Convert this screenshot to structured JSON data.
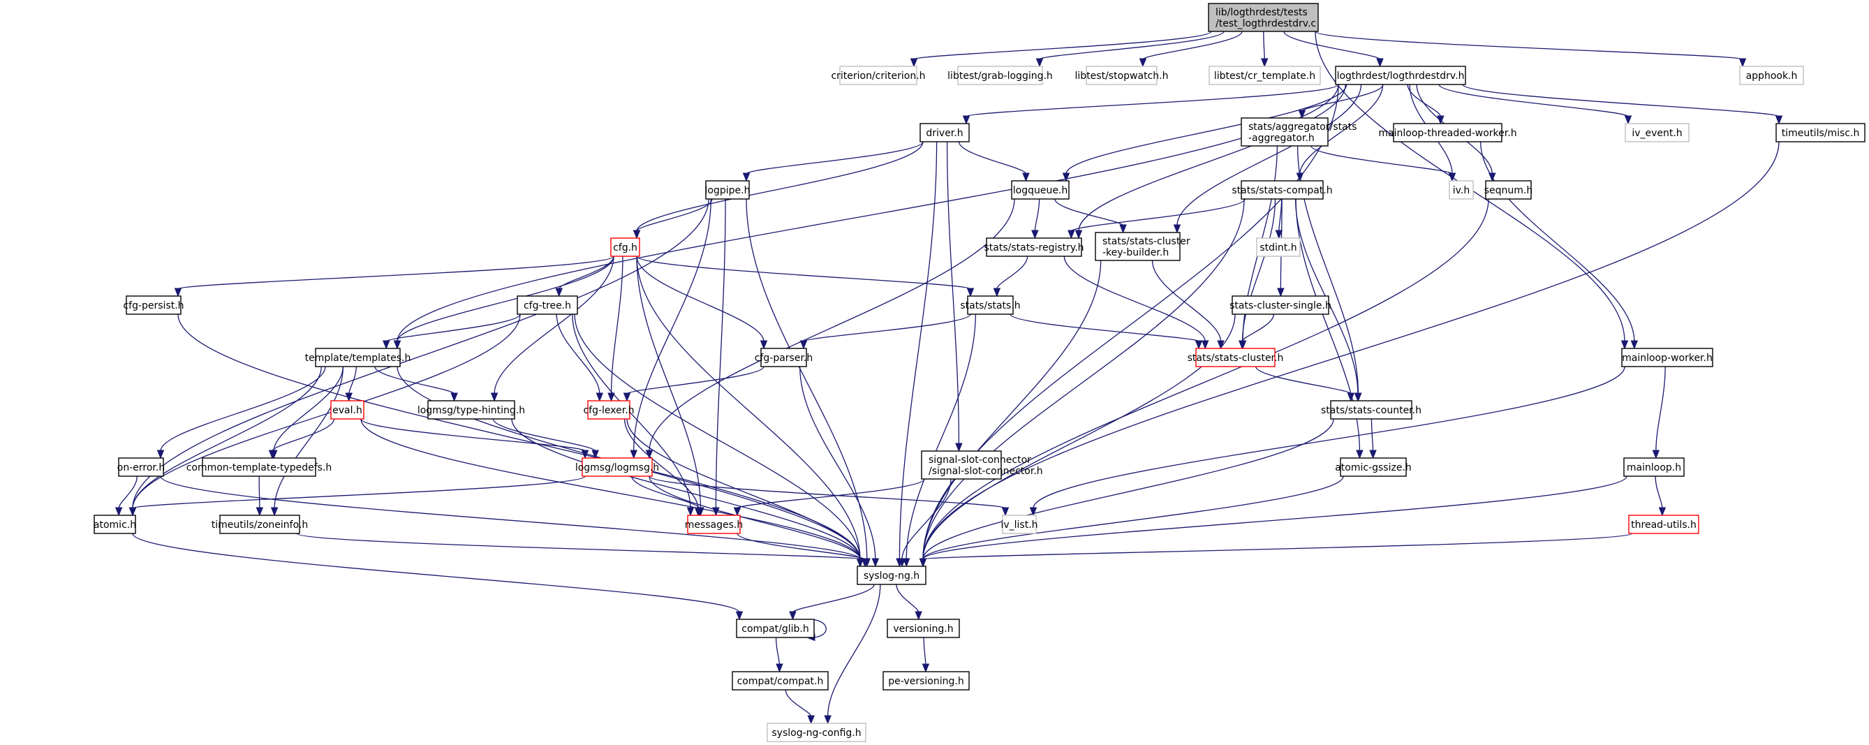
{
  "title": "lib/logthrdest/tests/test_logthrdestdrv.c include dependency graph",
  "colors": {
    "edge": "#191970",
    "root_fill": "#bfbfbf",
    "documented_border": "#000000",
    "external_border": "#bfbfbf",
    "truncated_border": "#ff0000"
  },
  "nodes": [
    {
      "id": "root",
      "lines": [
        "lib/logthrdest/tests",
        "/test_logthrdestdrv.c"
      ],
      "kind": "root"
    },
    {
      "id": "criterion",
      "lines": [
        "criterion/criterion.h"
      ],
      "kind": "external"
    },
    {
      "id": "grablog",
      "lines": [
        "libtest/grab-logging.h"
      ],
      "kind": "external"
    },
    {
      "id": "stopwatch",
      "lines": [
        "libtest/stopwatch.h"
      ],
      "kind": "external"
    },
    {
      "id": "crtemplate",
      "lines": [
        "libtest/cr_template.h"
      ],
      "kind": "external"
    },
    {
      "id": "logthrdestdrv",
      "lines": [
        "logthrdest/logthrdestdrv.h"
      ],
      "kind": "documented"
    },
    {
      "id": "apphook",
      "lines": [
        "apphook.h"
      ],
      "kind": "external"
    },
    {
      "id": "driver",
      "lines": [
        "driver.h"
      ],
      "kind": "documented"
    },
    {
      "id": "aggregator",
      "lines": [
        "stats/aggregator/stats",
        "-aggregator.h"
      ],
      "kind": "documented"
    },
    {
      "id": "mlthreaded",
      "lines": [
        "mainloop-threaded-worker.h"
      ],
      "kind": "documented"
    },
    {
      "id": "ivevent",
      "lines": [
        "iv_event.h"
      ],
      "kind": "external"
    },
    {
      "id": "timemisc",
      "lines": [
        "timeutils/misc.h"
      ],
      "kind": "documented"
    },
    {
      "id": "logpipe",
      "lines": [
        "logpipe.h"
      ],
      "kind": "documented"
    },
    {
      "id": "logqueue",
      "lines": [
        "logqueue.h"
      ],
      "kind": "documented"
    },
    {
      "id": "statscompat",
      "lines": [
        "stats/stats-compat.h"
      ],
      "kind": "documented"
    },
    {
      "id": "ivh",
      "lines": [
        "iv.h"
      ],
      "kind": "external"
    },
    {
      "id": "seqnum",
      "lines": [
        "seqnum.h"
      ],
      "kind": "documented"
    },
    {
      "id": "cfg",
      "lines": [
        "cfg.h"
      ],
      "kind": "truncated"
    },
    {
      "id": "statsregistry",
      "lines": [
        "stats/stats-registry.h"
      ],
      "kind": "documented"
    },
    {
      "id": "keybuilder",
      "lines": [
        "stats/stats-cluster",
        "-key-builder.h"
      ],
      "kind": "documented"
    },
    {
      "id": "stdint",
      "lines": [
        "stdint.h"
      ],
      "kind": "external"
    },
    {
      "id": "cfgpersist",
      "lines": [
        "cfg-persist.h"
      ],
      "kind": "documented"
    },
    {
      "id": "cfgtree",
      "lines": [
        "cfg-tree.h"
      ],
      "kind": "documented"
    },
    {
      "id": "stats",
      "lines": [
        "stats/stats.h"
      ],
      "kind": "documented"
    },
    {
      "id": "clustersingle",
      "lines": [
        "stats-cluster-single.h"
      ],
      "kind": "documented"
    },
    {
      "id": "templates",
      "lines": [
        "template/templates.h"
      ],
      "kind": "documented"
    },
    {
      "id": "cfgparser",
      "lines": [
        "cfg-parser.h"
      ],
      "kind": "documented"
    },
    {
      "id": "statscluster",
      "lines": [
        "stats/stats-cluster.h"
      ],
      "kind": "truncated"
    },
    {
      "id": "mlworker",
      "lines": [
        "mainloop-worker.h"
      ],
      "kind": "documented"
    },
    {
      "id": "eval",
      "lines": [
        "eval.h"
      ],
      "kind": "truncated"
    },
    {
      "id": "typehinting",
      "lines": [
        "logmsg/type-hinting.h"
      ],
      "kind": "documented"
    },
    {
      "id": "cfglexer",
      "lines": [
        "cfg-lexer.h"
      ],
      "kind": "truncated"
    },
    {
      "id": "statscounter",
      "lines": [
        "stats/stats-counter.h"
      ],
      "kind": "documented"
    },
    {
      "id": "onerror",
      "lines": [
        "on-error.h"
      ],
      "kind": "documented"
    },
    {
      "id": "ctypedefs",
      "lines": [
        "common-template-typedefs.h"
      ],
      "kind": "documented"
    },
    {
      "id": "logmsg",
      "lines": [
        "logmsg/logmsg.h"
      ],
      "kind": "truncated"
    },
    {
      "id": "sigslot",
      "lines": [
        "signal-slot-connector",
        "/signal-slot-connector.h"
      ],
      "kind": "documented"
    },
    {
      "id": "gssize",
      "lines": [
        "atomic-gssize.h"
      ],
      "kind": "documented"
    },
    {
      "id": "mainloop",
      "lines": [
        "mainloop.h"
      ],
      "kind": "documented"
    },
    {
      "id": "atomic",
      "lines": [
        "atomic.h"
      ],
      "kind": "documented"
    },
    {
      "id": "zoneinfo",
      "lines": [
        "timeutils/zoneinfo.h"
      ],
      "kind": "documented"
    },
    {
      "id": "messages",
      "lines": [
        "messages.h"
      ],
      "kind": "truncated"
    },
    {
      "id": "ivlist",
      "lines": [
        "iv_list.h"
      ],
      "kind": "external"
    },
    {
      "id": "threadutils",
      "lines": [
        "thread-utils.h"
      ],
      "kind": "truncated"
    },
    {
      "id": "syslogng",
      "lines": [
        "syslog-ng.h"
      ],
      "kind": "documented"
    },
    {
      "id": "compatglib",
      "lines": [
        "compat/glib.h"
      ],
      "kind": "documented"
    },
    {
      "id": "versioning",
      "lines": [
        "versioning.h"
      ],
      "kind": "documented"
    },
    {
      "id": "compat",
      "lines": [
        "compat/compat.h"
      ],
      "kind": "documented"
    },
    {
      "id": "peversioning",
      "lines": [
        "pe-versioning.h"
      ],
      "kind": "documented"
    },
    {
      "id": "config",
      "lines": [
        "syslog-ng-config.h"
      ],
      "kind": "external"
    }
  ],
  "edges": [
    [
      "root",
      "criterion"
    ],
    [
      "root",
      "grablog"
    ],
    [
      "root",
      "stopwatch"
    ],
    [
      "root",
      "crtemplate"
    ],
    [
      "root",
      "logthrdestdrv"
    ],
    [
      "root",
      "apphook"
    ],
    [
      "root",
      "mlworker"
    ],
    [
      "logthrdestdrv",
      "driver"
    ],
    [
      "logthrdestdrv",
      "templates"
    ],
    [
      "logthrdestdrv",
      "logqueue"
    ],
    [
      "logthrdestdrv",
      "statsregistry"
    ],
    [
      "logthrdestdrv",
      "keybuilder"
    ],
    [
      "logthrdestdrv",
      "aggregator"
    ],
    [
      "logthrdestdrv",
      "statscompat"
    ],
    [
      "logthrdestdrv",
      "mlthreaded"
    ],
    [
      "logthrdestdrv",
      "ivevent"
    ],
    [
      "logthrdestdrv",
      "timemisc"
    ],
    [
      "logthrdestdrv",
      "ivh"
    ],
    [
      "logthrdestdrv",
      "seqnum"
    ],
    [
      "logthrdestdrv",
      "syslogng"
    ],
    [
      "driver",
      "logpipe"
    ],
    [
      "driver",
      "cfg"
    ],
    [
      "driver",
      "logqueue"
    ],
    [
      "driver",
      "sigslot"
    ],
    [
      "driver",
      "syslogng"
    ],
    [
      "aggregator",
      "ivh"
    ],
    [
      "aggregator",
      "statscluster"
    ],
    [
      "aggregator",
      "statscounter"
    ],
    [
      "mlthreaded",
      "mlworker"
    ],
    [
      "timemisc",
      "syslogng"
    ],
    [
      "logpipe",
      "cfg"
    ],
    [
      "logpipe",
      "atomic"
    ],
    [
      "logpipe",
      "logmsg"
    ],
    [
      "logpipe",
      "messages"
    ],
    [
      "logpipe",
      "syslogng"
    ],
    [
      "logqueue",
      "statsregistry"
    ],
    [
      "logqueue",
      "keybuilder"
    ],
    [
      "logqueue",
      "logmsg"
    ],
    [
      "statscompat",
      "statsregistry"
    ],
    [
      "statscompat",
      "stdint"
    ],
    [
      "statscompat",
      "clustersingle"
    ],
    [
      "statscompat",
      "statscluster"
    ],
    [
      "statscompat",
      "statscounter"
    ],
    [
      "statscompat",
      "gssize"
    ],
    [
      "statscompat",
      "syslogng"
    ],
    [
      "seqnum",
      "syslogng"
    ],
    [
      "cfg",
      "cfgpersist"
    ],
    [
      "cfg",
      "cfgtree"
    ],
    [
      "cfg",
      "stats"
    ],
    [
      "cfg",
      "templates"
    ],
    [
      "cfg",
      "cfgparser"
    ],
    [
      "cfg",
      "typehinting"
    ],
    [
      "cfg",
      "cfglexer"
    ],
    [
      "cfg",
      "messages"
    ],
    [
      "cfg",
      "syslogng"
    ],
    [
      "statsregistry",
      "stats"
    ],
    [
      "statsregistry",
      "statscluster"
    ],
    [
      "keybuilder",
      "statscluster"
    ],
    [
      "keybuilder",
      "syslogng"
    ],
    [
      "cfgpersist",
      "syslogng"
    ],
    [
      "cfgtree",
      "templates"
    ],
    [
      "cfgtree",
      "cfglexer"
    ],
    [
      "cfgtree",
      "atomic"
    ],
    [
      "cfgtree",
      "messages"
    ],
    [
      "cfgtree",
      "syslogng"
    ],
    [
      "stats",
      "statscluster"
    ],
    [
      "stats",
      "cfgparser"
    ],
    [
      "stats",
      "syslogng"
    ],
    [
      "clustersingle",
      "statscluster"
    ],
    [
      "clustersingle",
      "syslogng"
    ],
    [
      "templates",
      "eval"
    ],
    [
      "templates",
      "typehinting"
    ],
    [
      "templates",
      "ctypedefs"
    ],
    [
      "templates",
      "onerror"
    ],
    [
      "templates",
      "atomic"
    ],
    [
      "templates",
      "zoneinfo"
    ],
    [
      "templates",
      "syslogng"
    ],
    [
      "cfgparser",
      "cfglexer"
    ],
    [
      "cfgparser",
      "syslogng"
    ],
    [
      "statscluster",
      "statscounter"
    ],
    [
      "mlworker",
      "mainloop"
    ],
    [
      "mlworker",
      "ivlist"
    ],
    [
      "eval",
      "ctypedefs"
    ],
    [
      "eval",
      "logmsg"
    ],
    [
      "eval",
      "syslogng"
    ],
    [
      "typehinting",
      "logmsg"
    ],
    [
      "typehinting",
      "syslogng"
    ],
    [
      "cfglexer",
      "messages"
    ],
    [
      "cfglexer",
      "syslogng"
    ],
    [
      "statscounter",
      "gssize"
    ],
    [
      "statscounter",
      "syslogng"
    ],
    [
      "onerror",
      "atomic"
    ],
    [
      "onerror",
      "syslogng"
    ],
    [
      "ctypedefs",
      "zoneinfo"
    ],
    [
      "logmsg",
      "messages"
    ],
    [
      "logmsg",
      "atomic"
    ],
    [
      "logmsg",
      "ivlist"
    ],
    [
      "logmsg",
      "syslogng"
    ],
    [
      "sigslot",
      "messages"
    ],
    [
      "sigslot",
      "syslogng"
    ],
    [
      "gssize",
      "syslogng"
    ],
    [
      "mainloop",
      "threadutils"
    ],
    [
      "mainloop",
      "syslogng"
    ],
    [
      "atomic",
      "compatglib"
    ],
    [
      "zoneinfo",
      "syslogng"
    ],
    [
      "messages",
      "syslogng"
    ],
    [
      "threadutils",
      "syslogng"
    ],
    [
      "syslogng",
      "compatglib"
    ],
    [
      "syslogng",
      "versioning"
    ],
    [
      "syslogng",
      "config"
    ],
    [
      "compatglib",
      "compatglib"
    ],
    [
      "compatglib",
      "compat"
    ],
    [
      "versioning",
      "peversioning"
    ],
    [
      "compat",
      "config"
    ]
  ]
}
